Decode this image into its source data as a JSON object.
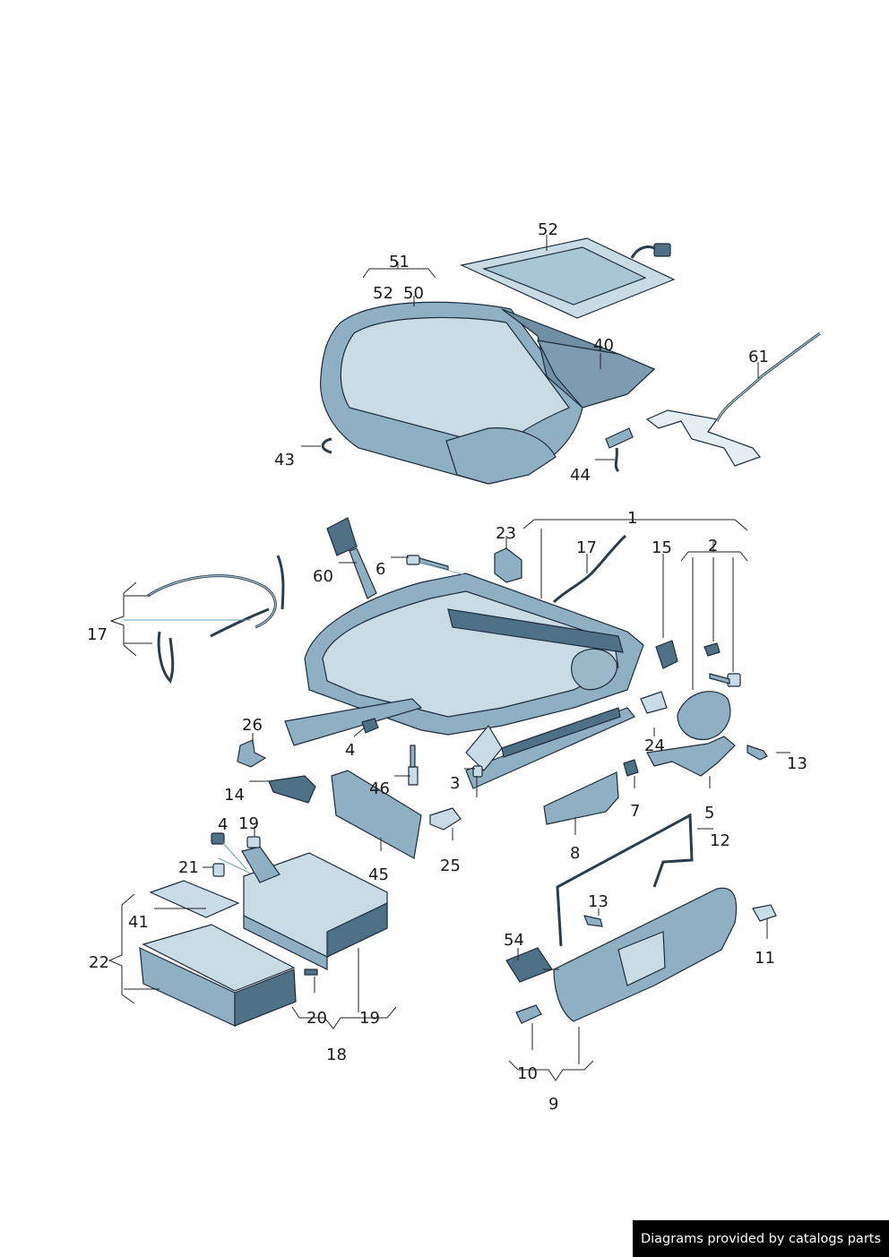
{
  "labels": {
    "l1": "1",
    "l2": "2",
    "l3": "3",
    "l4a": "4",
    "l4b": "4",
    "l5": "5",
    "l6": "6",
    "l7": "7",
    "l8": "8",
    "l9": "9",
    "l10": "10",
    "l11": "11",
    "l12": "12",
    "l13a": "13",
    "l13b": "13",
    "l14": "14",
    "l15": "15",
    "l17a": "17",
    "l17b": "17",
    "l18": "18",
    "l19a": "19",
    "l19b": "19",
    "l20": "20",
    "l21": "21",
    "l22": "22",
    "l23": "23",
    "l24": "24",
    "l25": "25",
    "l26": "26",
    "l40": "40",
    "l41": "41",
    "l43": "43",
    "l44": "44",
    "l45": "45",
    "l46": "46",
    "l50": "50",
    "l51": "51",
    "l52a": "52",
    "l52b": "52",
    "l54": "54",
    "l60": "60",
    "l61": "61"
  },
  "footer": "Diagrams provided by catalogs parts"
}
